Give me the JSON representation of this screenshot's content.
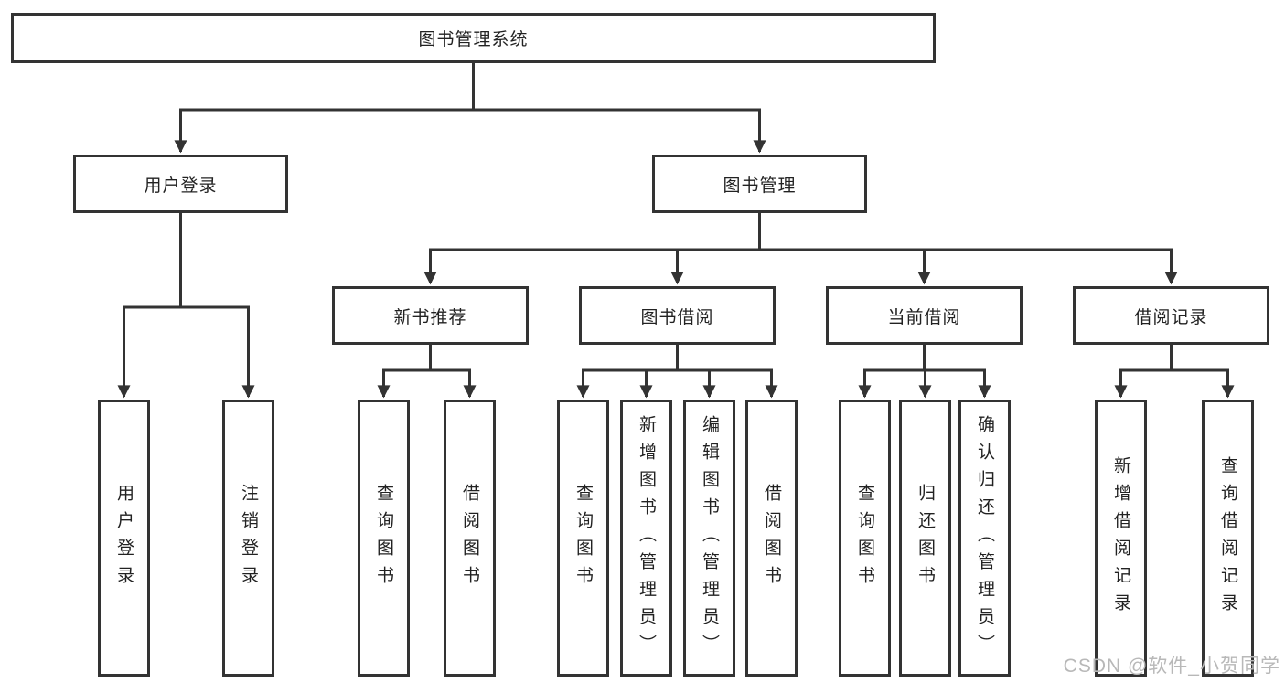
{
  "tree": {
    "root": {
      "label": "图书管理系统",
      "children": [
        {
          "label": "用户登录",
          "children": [
            {
              "label": "用户登录"
            },
            {
              "label": "注销登录"
            }
          ]
        },
        {
          "label": "图书管理",
          "children": [
            {
              "label": "新书推荐",
              "children": [
                {
                  "label": "查询图书"
                },
                {
                  "label": "借阅图书"
                }
              ]
            },
            {
              "label": "图书借阅",
              "children": [
                {
                  "label": "查询图书"
                },
                {
                  "label": "新增图书（管理员）"
                },
                {
                  "label": "编辑图书（管理员）"
                },
                {
                  "label": "借阅图书"
                }
              ]
            },
            {
              "label": "当前借阅",
              "children": [
                {
                  "label": "查询图书"
                },
                {
                  "label": "归还图书"
                },
                {
                  "label": "确认归还（管理员）"
                }
              ]
            },
            {
              "label": "借阅记录",
              "children": [
                {
                  "label": "新增借阅记录"
                },
                {
                  "label": "查询借阅记录"
                }
              ]
            }
          ]
        }
      ]
    }
  },
  "watermark": {
    "text": "CSDN @软件_小贺同学"
  },
  "colors": {
    "line": "#333333",
    "text": "#222222",
    "watermark_gray": "#b8b8b8",
    "background": "#ffffff"
  }
}
